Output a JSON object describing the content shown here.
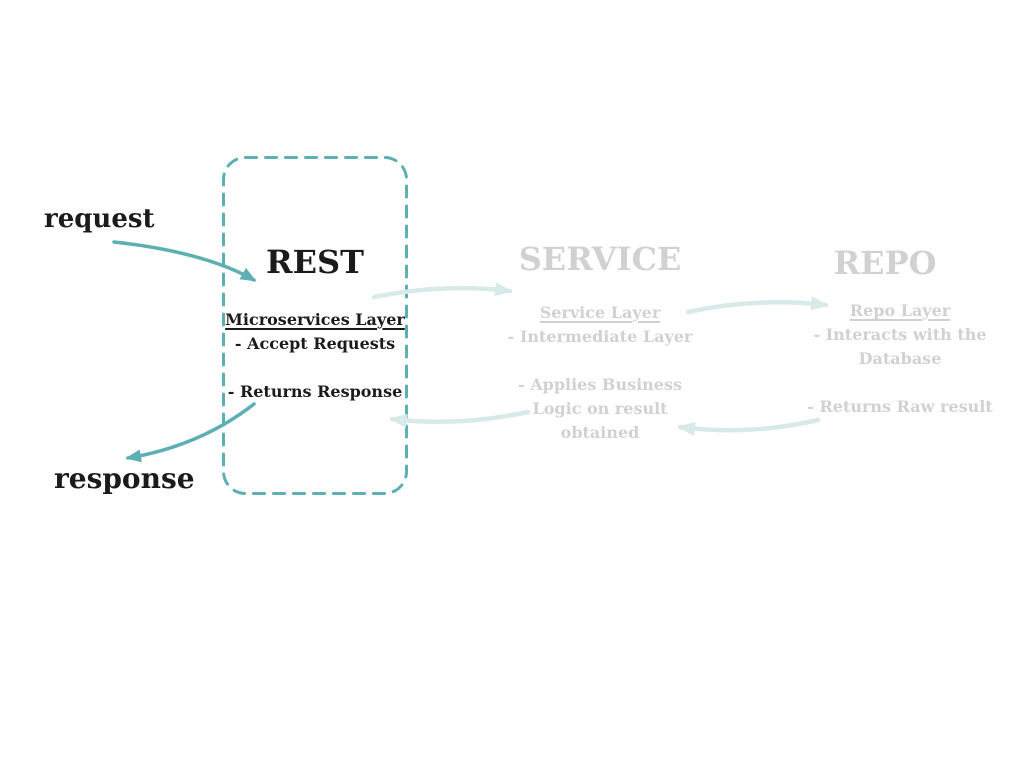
{
  "colors": {
    "accent-teal": "#5CAFB3",
    "pale-arrow": "#D8E9EA",
    "faded-text": "#D1D1D0",
    "ink": "#1B1B1B",
    "background": "#FFFFFF"
  },
  "flow": {
    "request_label": "request",
    "response_label": "response"
  },
  "layers": {
    "rest": {
      "title": "REST",
      "subtitle": "Microservices Layer",
      "points": [
        "- Accept Requests",
        "- Returns Response"
      ]
    },
    "service": {
      "title": "SERVICE",
      "subtitle": "Service Layer",
      "points": [
        "- Intermediate Layer",
        "- Applies Business\nLogic on result\nobtained"
      ]
    },
    "repo": {
      "title": "REPO",
      "subtitle": "Repo Layer",
      "points": [
        "- Interacts with the\nDatabase",
        "- Returns Raw result"
      ]
    }
  }
}
